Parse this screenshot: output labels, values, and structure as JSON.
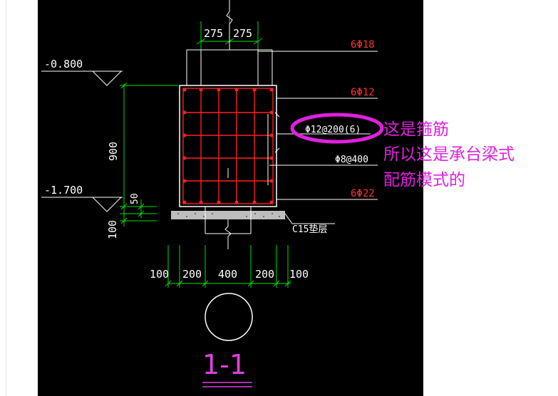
{
  "drawing": {
    "top_dims": [
      "275",
      "275"
    ],
    "rebar_labels": {
      "top": "6Φ18",
      "side": "6Φ12",
      "stirrup": "Φ12@200(6)",
      "tie": "Φ8@400",
      "bottom": "6Φ22"
    },
    "elevations": {
      "upper": "-0.800",
      "lower": "-1.700"
    },
    "vertical_dims": {
      "height": "900",
      "cover": "50",
      "pad": "100"
    },
    "pad_label": "C15垫层",
    "bottom_dims": [
      "100",
      "200",
      "400",
      "200",
      "100"
    ],
    "section_title": "1-1",
    "colors": {
      "background": "#000000",
      "outline": "#ffffff",
      "rebar": "#ff2020",
      "dimension": "#00e000",
      "highlight": "#e020e0"
    }
  },
  "annotation": {
    "lines": [
      "这是箍筋",
      "所以这是承台梁式",
      "配筋模式的"
    ]
  }
}
